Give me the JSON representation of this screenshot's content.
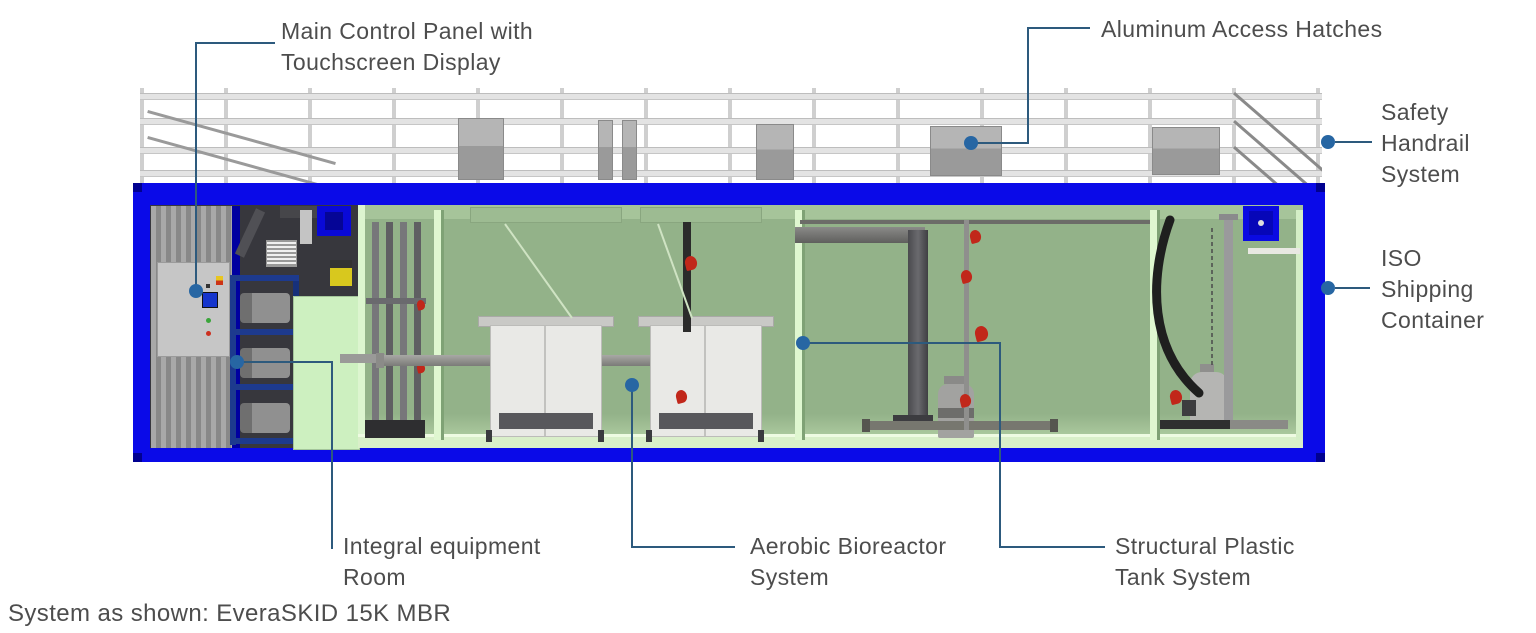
{
  "callouts": {
    "main_control_panel": {
      "label": "Main Control Panel with\nTouchscreen Display"
    },
    "aluminum_access_hatches": {
      "label": "Aluminum Access Hatches"
    },
    "safety_handrail_system": {
      "label": "Safety\nHandrail\nSystem"
    },
    "iso_shipping_container": {
      "label": "ISO\nShipping\nContainer"
    },
    "integral_equipment_room": {
      "label": "Integral equipment\nRoom"
    },
    "aerobic_bioreactor_system": {
      "label": "Aerobic Bioreactor\nSystem"
    },
    "structural_plastic_tank_system": {
      "label": "Structural Plastic\nTank System"
    }
  },
  "footer": {
    "system_label": "System as shown:  EveraSKID 15K MBR"
  },
  "icons": {
    "callout_dot": "filled-circle"
  },
  "diagram": {
    "colors": {
      "container_blue": "#0a0ae8",
      "frame_dark_blue": "#000090",
      "interior_green": "#93b289",
      "interior_light": "#dff7d0",
      "floor_green": "#d9efc9",
      "equipment_dark": "#37373d",
      "leader_blue": "#2d5a7d",
      "dot_blue": "#2766a3",
      "text_gray": "#4d4d4d",
      "valve_red": "#c1271a",
      "rack_blue": "#1d3a8e",
      "tank_white": "#e9e9e6",
      "handrail_gray": "#d6d6d6"
    }
  }
}
